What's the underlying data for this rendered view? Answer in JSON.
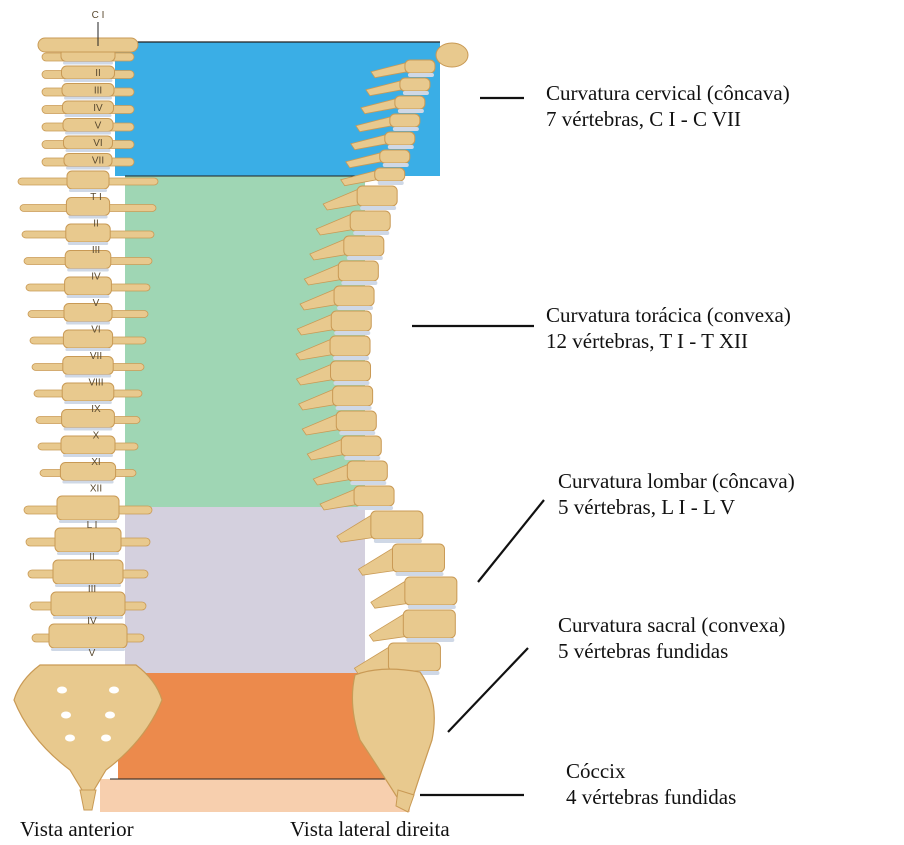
{
  "regions": [
    {
      "id": "cervical",
      "title": "Curvatura cervical (côncava)",
      "detail": "7 vértebras, C I - C VII",
      "color": "#3aaee6"
    },
    {
      "id": "thoracic",
      "title": "Curvatura torácica (convexa)",
      "detail": "12 vértebras, T I - T XII",
      "color": "#9fd6b4"
    },
    {
      "id": "lumbar",
      "title": "Curvatura lombar (côncava)",
      "detail": "5 vértebras, L I - L V",
      "color": "#d4d0de"
    },
    {
      "id": "sacral",
      "title": "Curvatura sacral (convexa)",
      "detail": "5 vértebras fundidas",
      "color": "#ec8a4c"
    },
    {
      "id": "coccyx",
      "title": "Cóccix",
      "detail": "4 vértebras fundidas",
      "color": "#f7cfae"
    }
  ],
  "vertebra_labels": {
    "top": "C I",
    "cervical": [
      "II",
      "III",
      "IV",
      "V",
      "VI",
      "VII"
    ],
    "thoracic": [
      "T I",
      "II",
      "III",
      "IV",
      "V",
      "VI",
      "VII",
      "VIII",
      "IX",
      "X",
      "XI",
      "XII"
    ],
    "lumbar": [
      "L I",
      "II",
      "III",
      "IV",
      "V"
    ]
  },
  "captions": {
    "anterior": "Vista anterior",
    "lateral": "Vista lateral direita"
  },
  "colors": {
    "bone": "#e8c98e",
    "bone_dark": "#c99a55",
    "disc": "#cfd8e6"
  }
}
